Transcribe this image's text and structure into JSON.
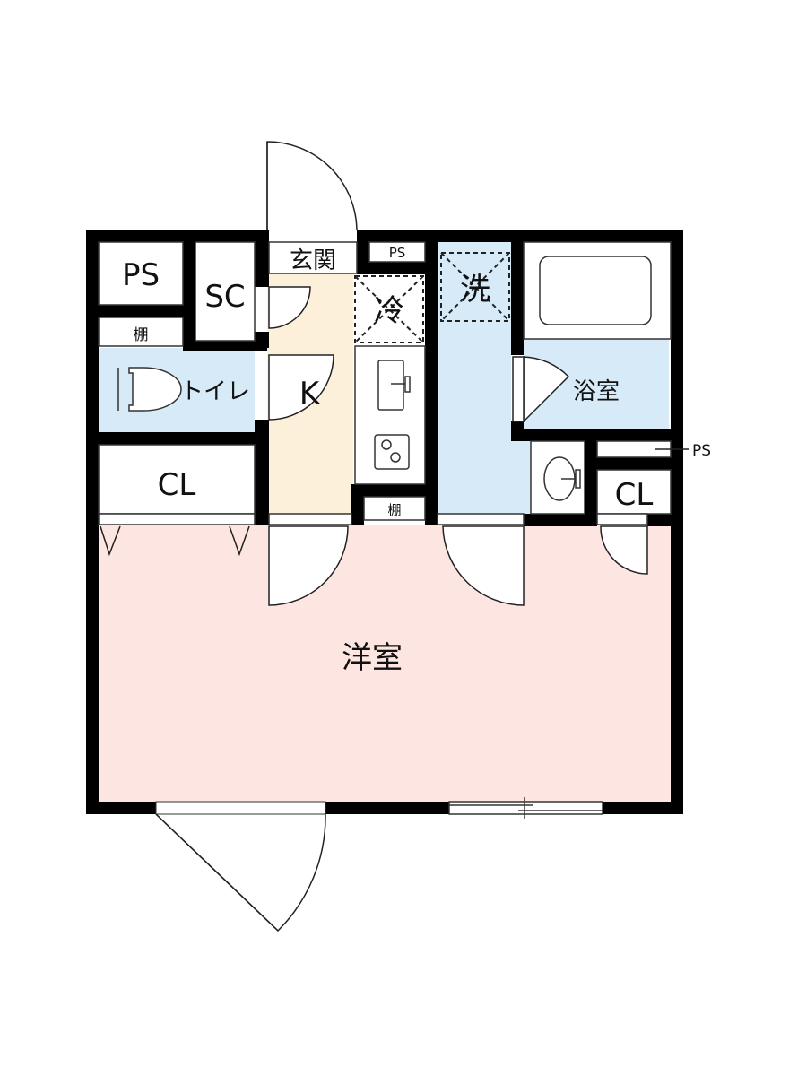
{
  "floor_plan": {
    "colors": {
      "wall": "#000000",
      "kitchen_floor": "#FDF0DA",
      "wet_area_floor": "#D6EAF7",
      "western_room_floor": "#FDE6E1",
      "storage_floor": "#FFFFFF"
    },
    "rooms": {
      "ps_top_left": "PS",
      "sc": "SC",
      "genkan": "玄関",
      "ps_top_mid": "PS",
      "shelf_left": "棚",
      "toilet": "トイレ",
      "kitchen": "K",
      "fridge": "冷",
      "washer": "洗",
      "bathroom": "浴室",
      "ps_right": "PS",
      "cl_left": "CL",
      "cl_right": "CL",
      "shelf_mid": "棚",
      "western_room": "洋室"
    }
  }
}
